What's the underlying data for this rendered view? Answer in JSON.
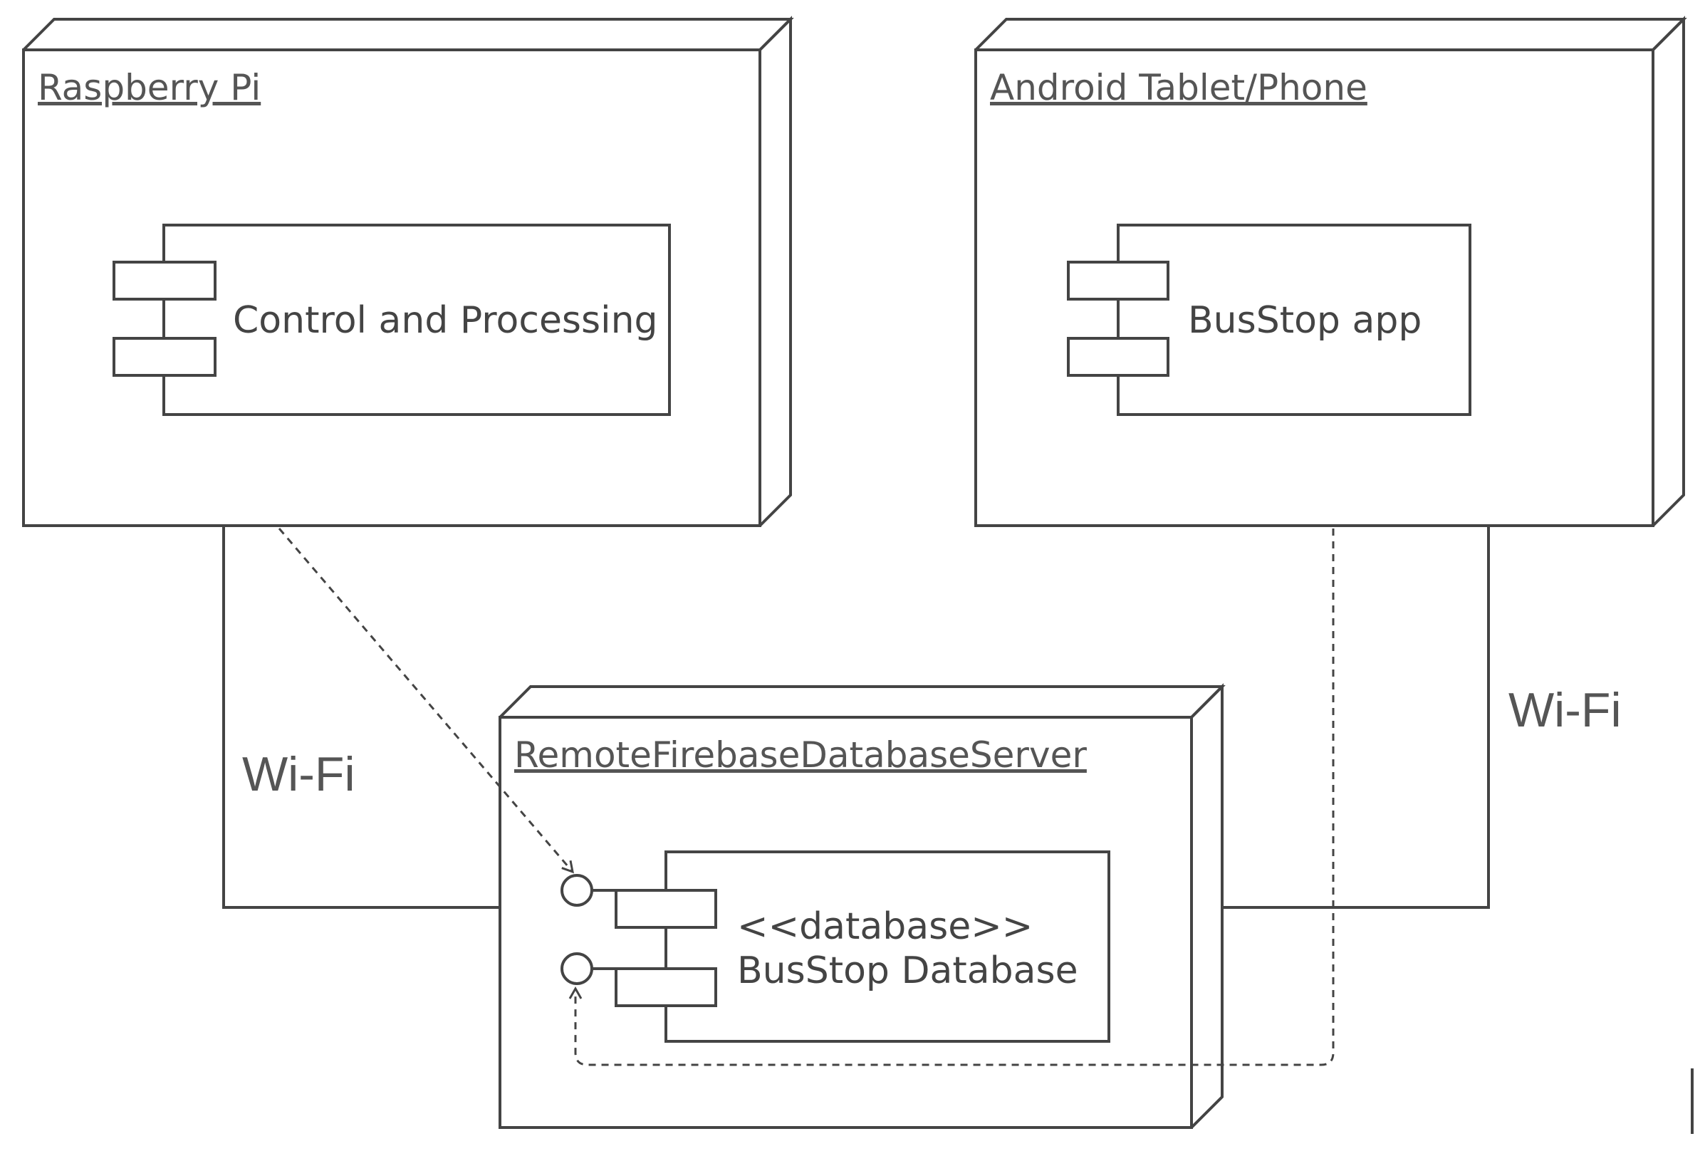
{
  "nodes": {
    "raspberry": {
      "title": "Raspberry Pi",
      "component": "Control and Processing"
    },
    "android": {
      "title": "Android Tablet/Phone",
      "component": "BusStop app"
    },
    "server": {
      "title": "RemoteFirebaseDatabaseServer",
      "stereotype": "<<database>>",
      "component": "BusStop Database"
    }
  },
  "links": {
    "left": "Wi-Fi",
    "right": "Wi-Fi"
  }
}
